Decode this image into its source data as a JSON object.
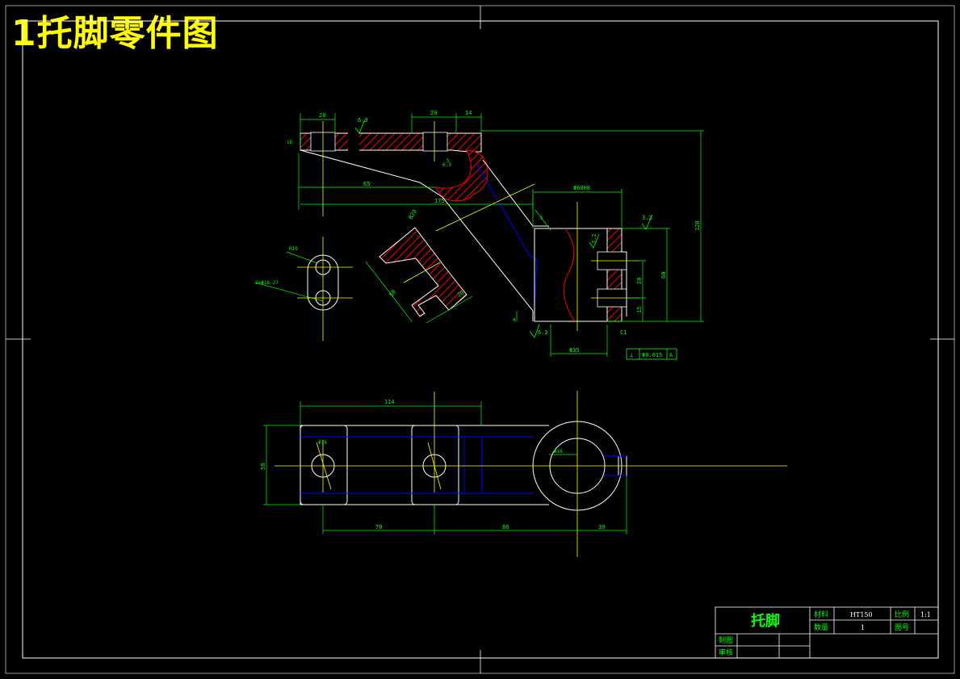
{
  "title": "1托脚零件图",
  "colors": {
    "background": "#000000",
    "outline": "#ffffff",
    "dimension": "#00ff00",
    "center_line": "#ffff00",
    "hidden_line": "#0000ff",
    "section": "#ff0000",
    "title_text": "#ffff00"
  },
  "dimensions": {
    "d20": "20",
    "d20b": "20",
    "d14": "14",
    "d18": "18",
    "d65": "65",
    "d175": "175",
    "d120": "120",
    "d60": "60",
    "d20c": "20",
    "d15": "15",
    "d50a": "50",
    "d50b": "50",
    "d20d": "20",
    "d114": "114",
    "d70": "70",
    "d80": "80",
    "d30": "30",
    "d50v": "50",
    "d5": "5",
    "d4": "4",
    "d1": "1",
    "phi35": "Φ35",
    "phi16": "Φ16",
    "phi18": "Φ18",
    "phi60": "Φ60H8",
    "phi2": "2×Φ16-27",
    "r10": "R10",
    "r20": "R20",
    "c1": "C1",
    "rough1": "6.3",
    "rough2": "6.3",
    "rough3": "6.3",
    "rough4": "3.2",
    "rough5": "3.2",
    "tol_symbol": "⊥",
    "tol_value": "Φ0.015",
    "tol_datum": "A"
  },
  "title_block": {
    "part_name": "托脚",
    "material_label": "材料",
    "material_value": "HT150",
    "scale_label": "比例",
    "scale_value": "1:1",
    "qty_label": "数量",
    "qty_value": "1",
    "drawing_no_label": "图号",
    "drawn_label": "制图",
    "checked_label": "审核"
  }
}
